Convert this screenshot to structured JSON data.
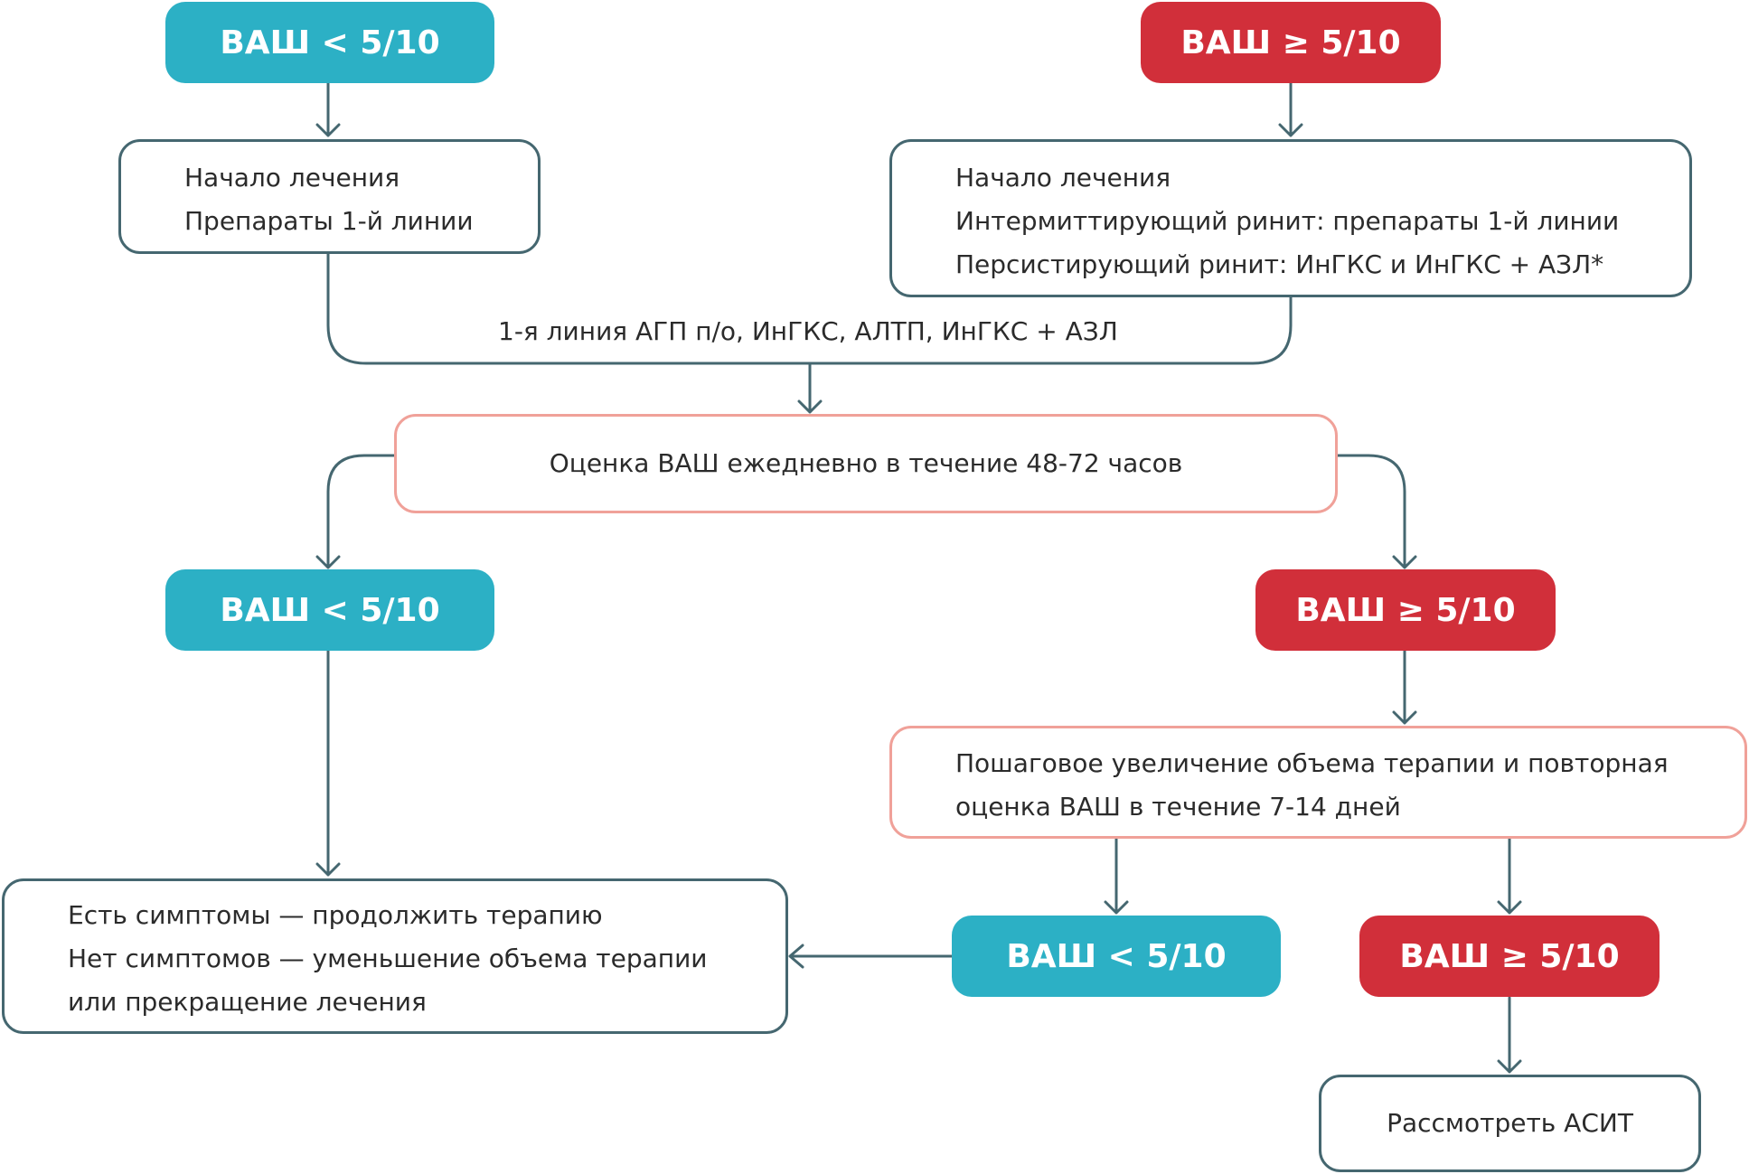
{
  "colors": {
    "low": "#2cb0c5",
    "high": "#d12f3a",
    "connector": "#456770",
    "assessment_border": "#f0a199",
    "box_border": "#456770"
  },
  "top": {
    "low": "ВАШ < 5/10",
    "high": "ВАШ ≥ 5/10"
  },
  "start_low": {
    "lines": [
      "Начало лечения",
      "Препараты 1-й линии"
    ]
  },
  "start_high": {
    "lines": [
      "Начало лечения",
      "Интермиттирующий ринит: препараты 1-й линии",
      "Персистирующий ринит: ИнГКС и ИнГКС + АЗЛ*"
    ]
  },
  "merge_caption": "1-я линия АГП п/о, ИнГКС, АЛТП, ИнГКС + АЗЛ",
  "assessment": "Оценка ВАШ ежедневно в течение 48-72 часов",
  "middle": {
    "low": "ВАШ < 5/10",
    "high": "ВАШ ≥ 5/10"
  },
  "stepup": {
    "lines": [
      "Пошаговое увеличение объема терапии и повторная",
      "оценка ВАШ в течение 7-14 дней"
    ]
  },
  "outcome": {
    "lines": [
      "Есть симптомы — продолжить терапию",
      "Нет симптомов — уменьшение объема терапии",
      "или прекращение лечения"
    ]
  },
  "bottom": {
    "low": "ВАШ < 5/10",
    "high": "ВАШ ≥ 5/10"
  },
  "asit": "Рассмотреть АСИТ"
}
